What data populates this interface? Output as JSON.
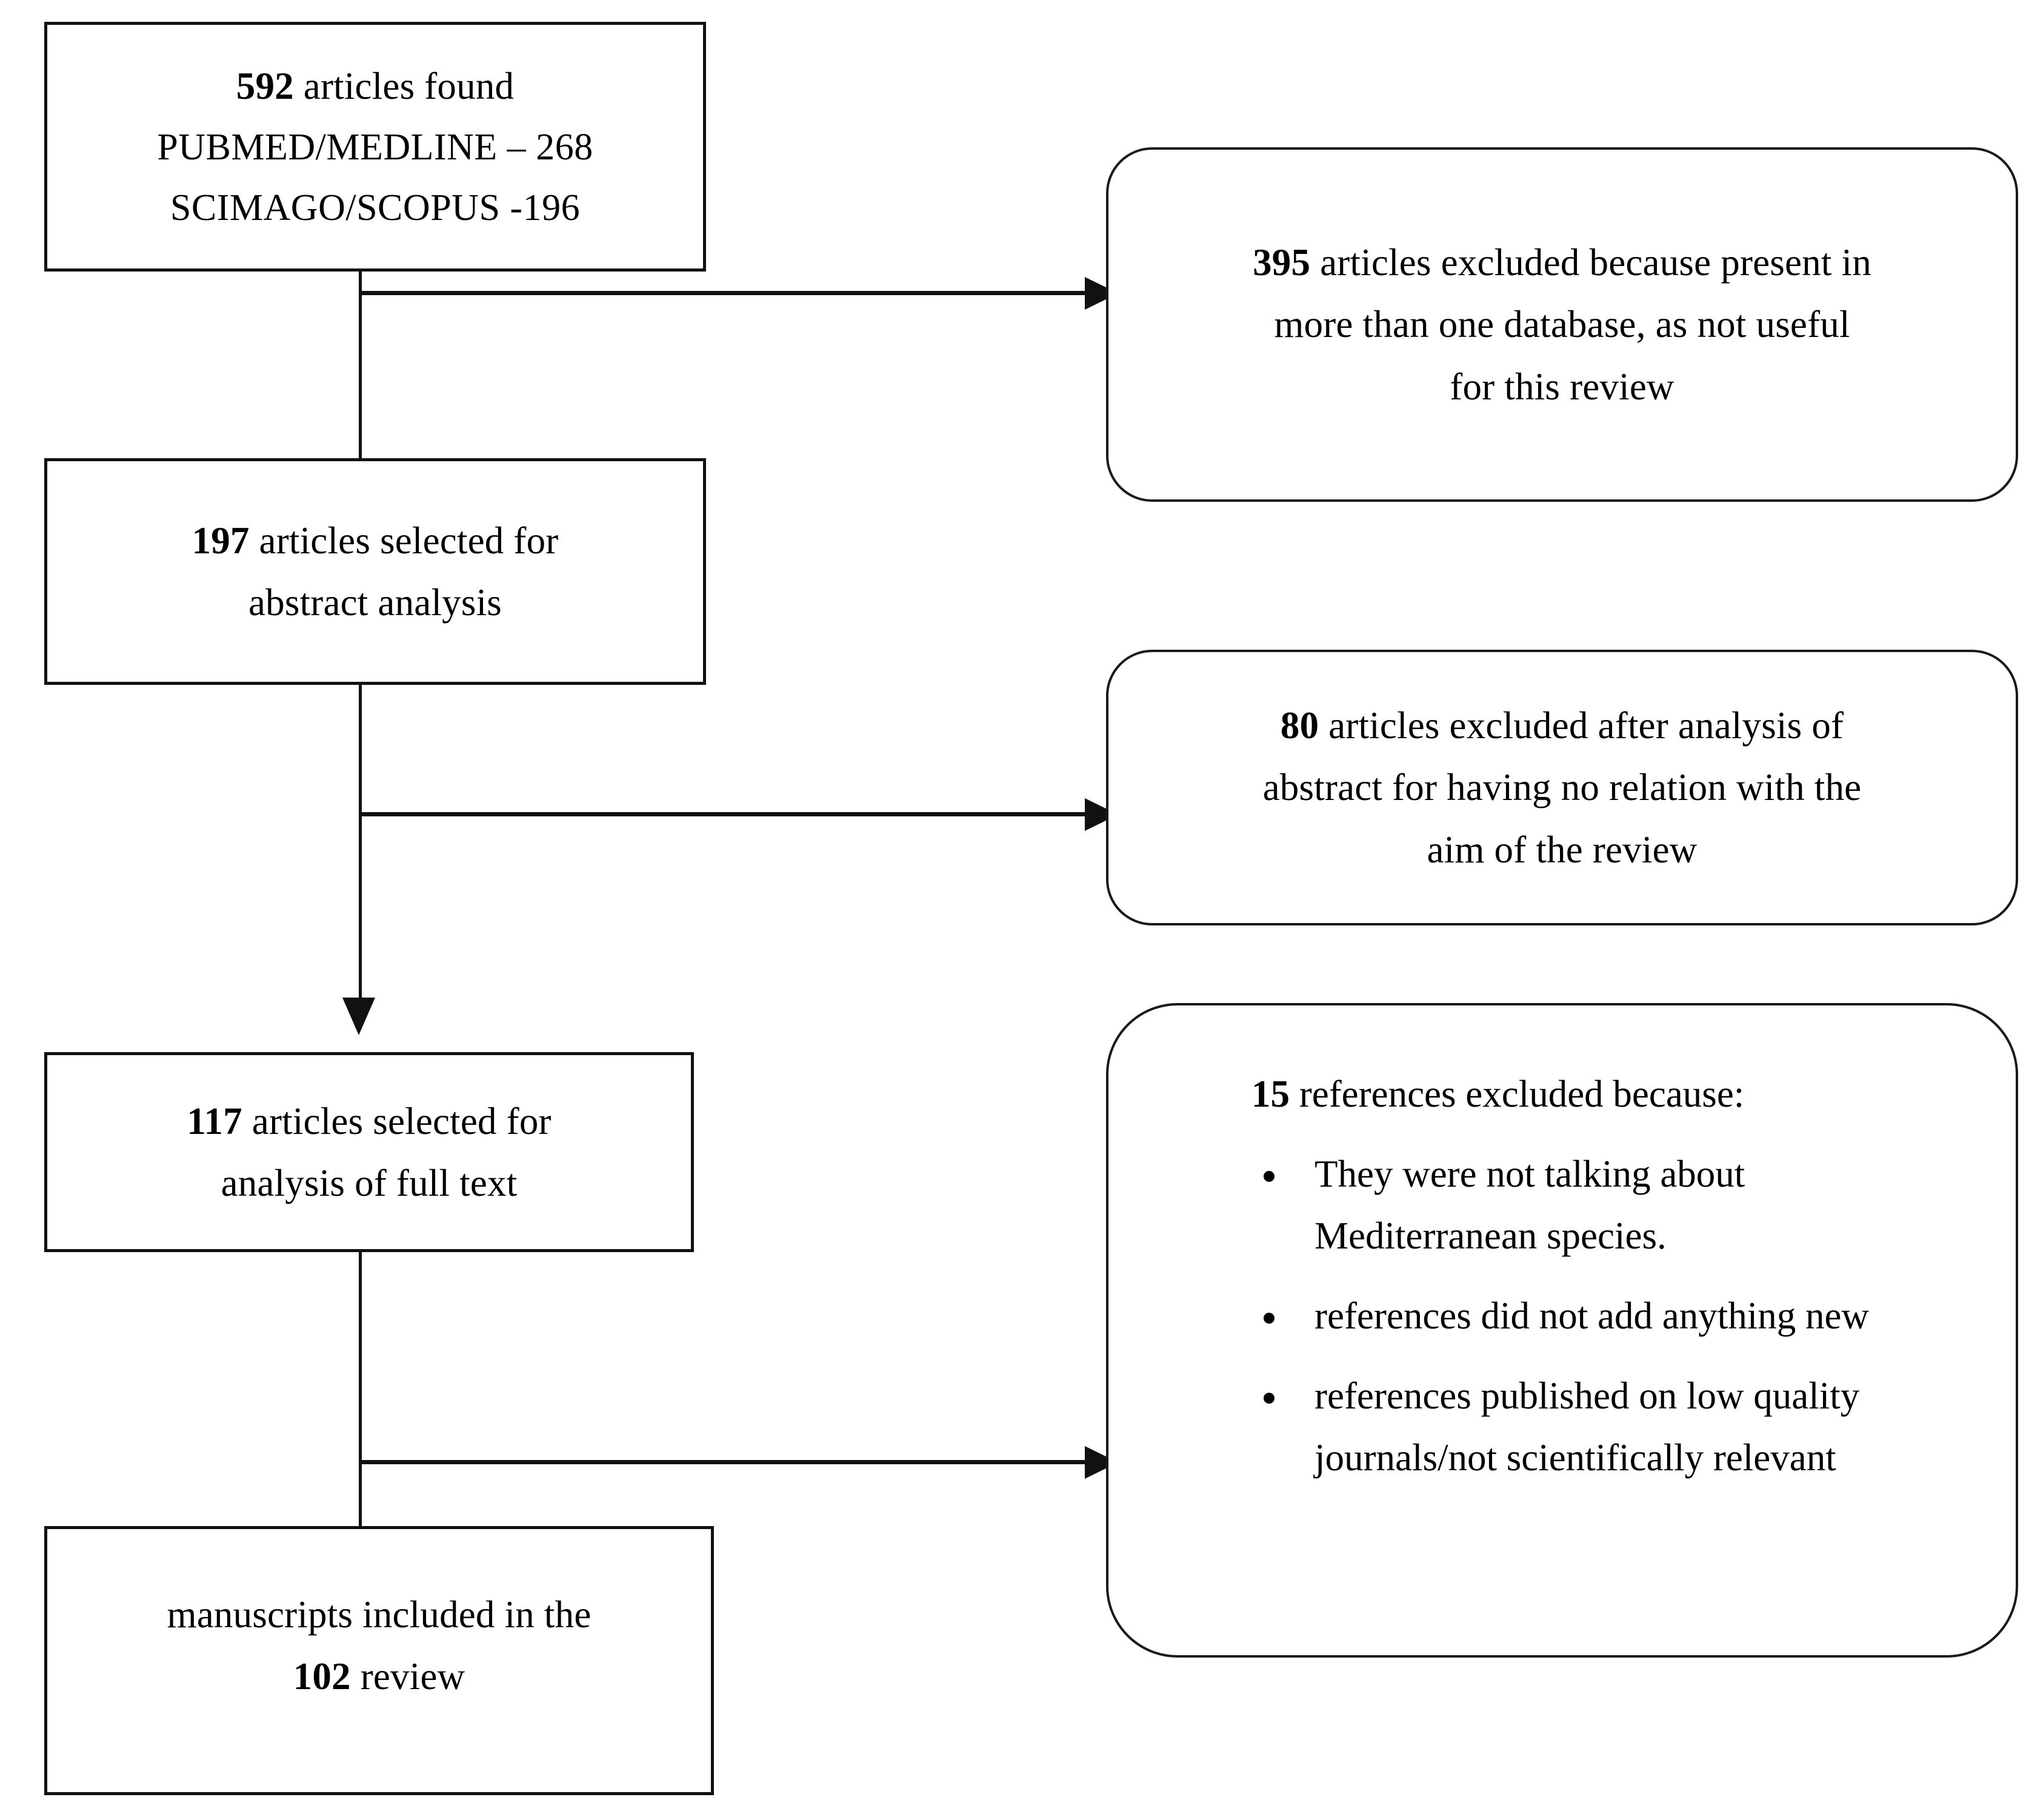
{
  "diagram": {
    "type": "prisma-flow-diagram",
    "nodes": {
      "found": {
        "line1_num": "592",
        "line1_text": " articles found",
        "line2": "PUBMED/MEDLINE – 268",
        "line3": "SCIMAGO/SCOPUS -196"
      },
      "abstract_selected": {
        "line1_num": "197",
        "line1_text": " articles selected for",
        "line2": "abstract analysis"
      },
      "fulltext_selected": {
        "line1_num": "117",
        "line1_text": " articles selected for",
        "line2": "analysis of full text"
      },
      "included": {
        "line1": "manuscripts included in the",
        "line2_num": "102",
        "line2_text": " review"
      },
      "excluded_duplicates": {
        "num": "395",
        "line1_text": " articles excluded because present in",
        "line2": "more than one database, as not useful",
        "line3": "for this review"
      },
      "excluded_abstract": {
        "num": "80",
        "line1_text": " articles excluded after analysis of",
        "line2": "abstract for having no relation with the",
        "line3": "aim of the review"
      },
      "excluded_fulltext": {
        "num": "15",
        "head_text": " references excluded because:",
        "bullets": [
          "They were not talking about Mediterranean species.",
          "references did not add anything new",
          "references published on low quality journals/not scientifically relevant"
        ]
      }
    },
    "colors": {
      "stroke": "#111111",
      "background": "#ffffff",
      "text": "#000000"
    }
  }
}
